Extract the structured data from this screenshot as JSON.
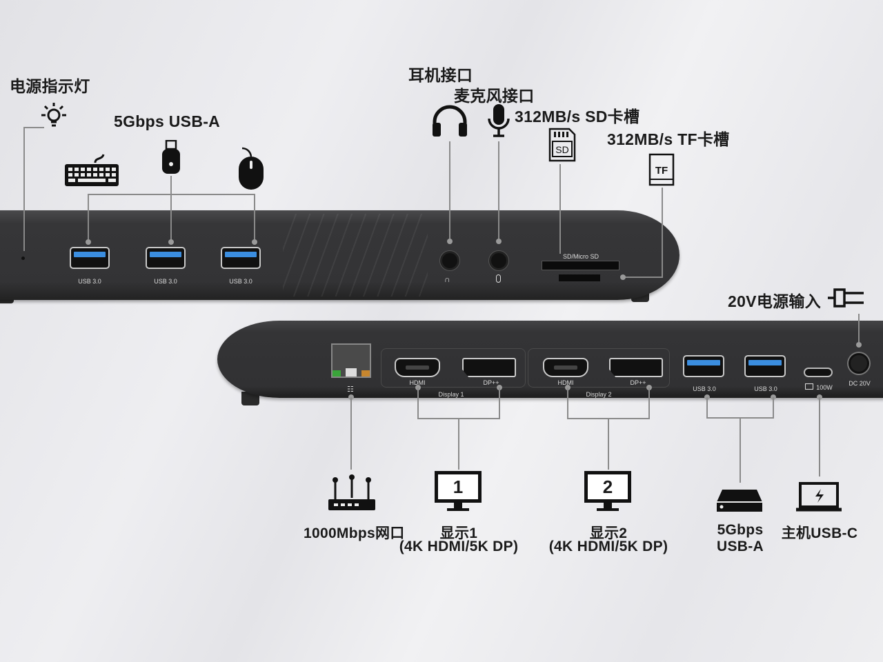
{
  "front": {
    "power_led_label": "电源指示灯",
    "usb_a_label": "5Gbps USB-A",
    "headphone_label": "耳机接口",
    "mic_label": "麦克风接口",
    "sd_label": "312MB/s SD卡槽",
    "tf_label": "312MB/s TF卡槽",
    "sd_slot_text": "SD/Micro SD",
    "usb_ports": [
      "USB 3.0",
      "USB 3.0",
      "USB 3.0"
    ]
  },
  "back": {
    "power_in_label": "20V电源输入",
    "dc_text": "DC 20V",
    "display1_group": "Display 1",
    "display2_group": "Display 2",
    "hdmi_text": "HDMI",
    "dp_text": "DP++",
    "usb_ports": [
      "USB 3.0",
      "USB 3.0"
    ],
    "usbc_text": "100W",
    "lan_label": "1000Mbps网口",
    "display1_label": "显示1",
    "display1_spec": "(4K HDMI/5K DP)",
    "display1_num": "1",
    "display2_label": "显示2",
    "display2_spec": "(4K HDMI/5K DP)",
    "display2_num": "2",
    "usb_a_label_line1": "5Gbps",
    "usb_a_label_line2": "USB-A",
    "host_usbc_label": "主机USB-C"
  },
  "colors": {
    "usb_blue": "#3b8ee0",
    "device": "#333335",
    "lan_green": "#3aa53a",
    "lan_orange": "#c7862e"
  }
}
